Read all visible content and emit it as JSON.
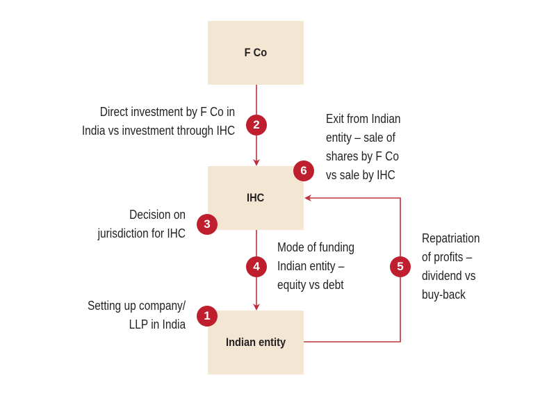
{
  "colors": {
    "box_fill": "#F3E7D3",
    "accent_red": "#BE1E2D",
    "connector_red": "#C0303A",
    "text": "#231f20"
  },
  "nodes": {
    "fco": "F Co",
    "ihc": "IHC",
    "indian_entity": "Indian entity"
  },
  "steps": [
    {
      "number": "1",
      "lines": [
        "Setting up company/",
        "LLP in India"
      ]
    },
    {
      "number": "2",
      "lines": [
        "Direct investment by F Co in",
        "India vs investment through IHC"
      ]
    },
    {
      "number": "3",
      "lines": [
        "Decision on",
        "jurisdiction for IHC"
      ]
    },
    {
      "number": "4",
      "lines": [
        "Mode of funding",
        "Indian entity –",
        "equity vs debt"
      ]
    },
    {
      "number": "5",
      "lines": [
        "Repatriation",
        "of profits –",
        "dividend vs",
        "buy-back"
      ]
    },
    {
      "number": "6",
      "lines": [
        "Exit from Indian",
        "entity – sale of",
        "shares by F Co",
        "vs sale by IHC"
      ]
    }
  ],
  "edges": [
    {
      "from": "F Co",
      "to": "IHC",
      "step": "2"
    },
    {
      "from": "IHC",
      "to": "Indian entity",
      "step": "4"
    },
    {
      "from": "Indian entity",
      "to": "IHC",
      "step": "5"
    }
  ]
}
